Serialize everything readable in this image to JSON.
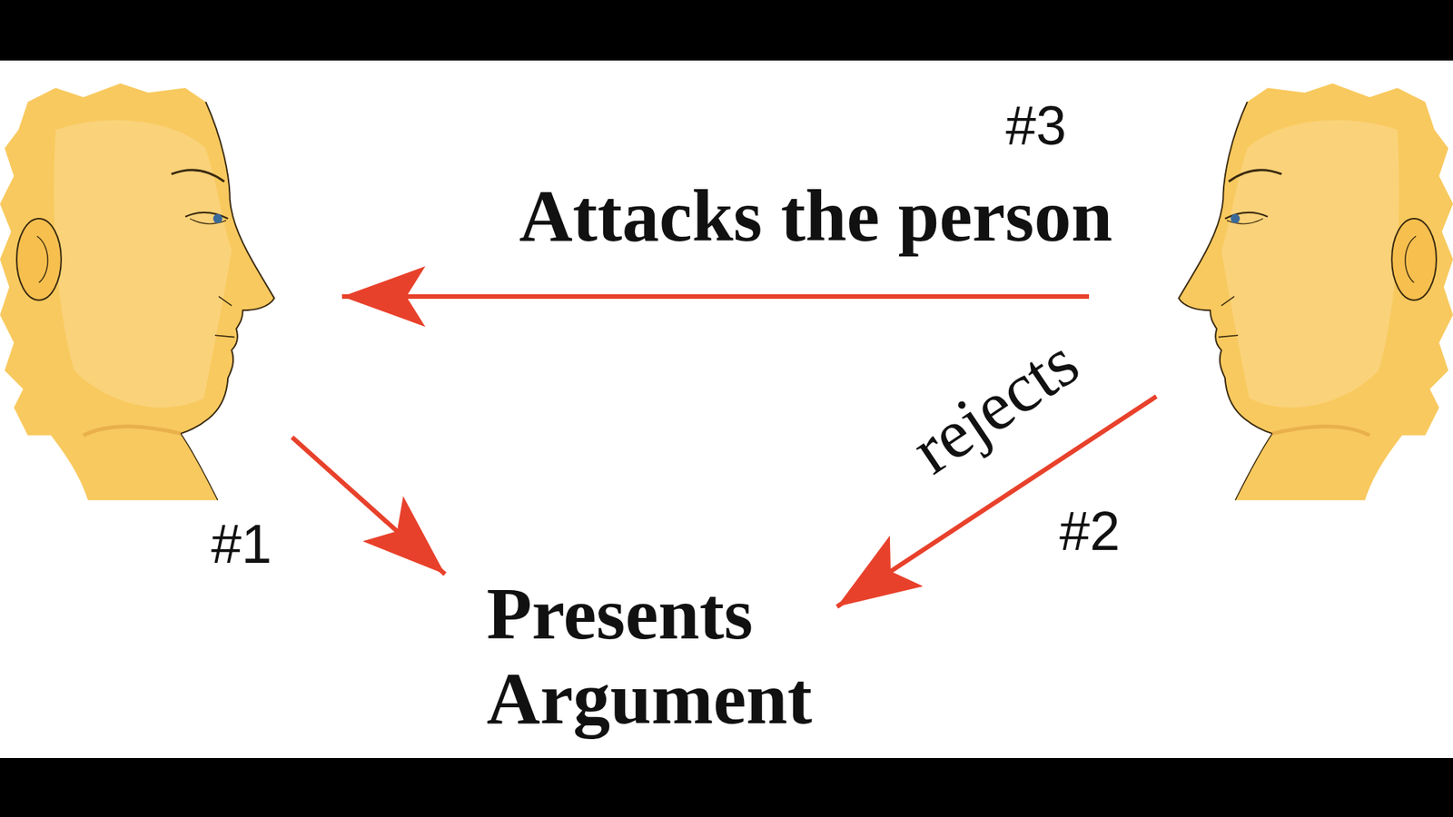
{
  "diagram": {
    "labels": [
      "#3",
      "Attacks the person",
      "rejects",
      "#2",
      "#1",
      "Presents Argument"
    ]
  }
}
